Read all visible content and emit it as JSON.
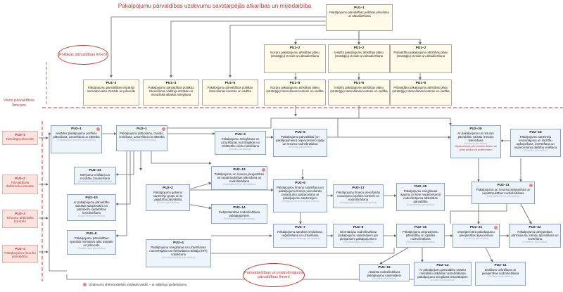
{
  "title": "Pakalpojumu pārvaldības uzdevumu savstarpējās atkarības un mijiedarbība",
  "labels": {
    "policy_level": "Politikas pārvaldības līmenī",
    "all_levels": "Visos pārvaldības līmeņos",
    "agency_level": "Pamatdarbības un nodrošinājuma pārvaldības līmenī"
  },
  "legend": {
    "text": "Uzdevums shēmā attēlots vairākās vietās – ar atšķirīgu pieliettojumu"
  },
  "side_tabs": [
    {
      "id": "PU3–1",
      "text": "Nemitīga pilnveide"
    },
    {
      "id": "PU3–2",
      "text": "Pārvaldības dalībnieku iesaiste"
    },
    {
      "id": "PU3–3",
      "text": "Tehnoto aktivitāšu kontrole"
    },
    {
      "id": "PU3–4",
      "text": "Pakalpojumu finanšu pārvaldība"
    }
  ],
  "boxes": {
    "pu1_1": {
      "id": "PU1–1",
      "text": "Pakalpojumu pārvaldības politikas pilnošana un aktualizēšana"
    },
    "pu1_2a": {
      "id": "PU1–2",
      "text": "Nozaru pakalpojumu attīstības plānu (stratēģiju) izveide un aktualizēšana"
    },
    "pu1_2b": {
      "id": "PU1–2",
      "text": "Iestāžu pakalpojumu attīstības plānu (stratēģiju) izveide un aktualizēšana"
    },
    "pu1_2c": {
      "id": "PU1–2",
      "text": "Pašvaldību pakalpojumu attīstības plānu (stratēģiju) izveide un aktualizēšana"
    },
    "pu1_3": {
      "id": "PU1–3",
      "text": "Pakalpojumu pārvaldības vispārējo normatīvo aktu izstrāde un pilnveide"
    },
    "pu1_4": {
      "id": "PU1–4",
      "text": "Pakalpojumu pārvaldības politikas īstenošanas vadlīniju izstrāde un metodiskā atbalsta sniegšana"
    },
    "pu1_5a": {
      "id": "PU1–5",
      "text": "Pakalpojumu pārvaldības politikas īstenošanas kontrole un vadība"
    },
    "pu1_5b": {
      "id": "PU1–5",
      "text": "Nozaru pakalpojumu attīstības plānu (stratēģiju) īstenošanas kontrole un vadība"
    },
    "pu1_5c": {
      "id": "PU1–5",
      "text": "Iestāžu pakalpojumu attīstības plānu (stratēģiju) īstenošanas kontrole un vadība"
    },
    "pu1_5d": {
      "id": "PU1–5",
      "text": "Pašvaldību pakalpojumu attīstības plānu (stratēģiju) īstenošanas kontrole un vadība"
    },
    "pu2_1a": {
      "id": "PU2–1",
      "text": "Iestādes pakalpojumu portfelio plānošana, uzturēšana un attīstība",
      "note": "(Pakalpojumu portfelio pārvaldība)"
    },
    "pu2_1b": {
      "id": "PU2–1",
      "text": "Pakalpojumu plānošana, izveide, ieviešana, uzturēšana un attīstība",
      "note": "(Pakalpojumu pārvaldība)"
    },
    "pu2_23": {
      "id": "PU2–23",
      "text": "Mērījumu veikšana un rezultātu izmantošana",
      "note": "(Darbības rādītāju pārvaldība)"
    },
    "pu2_10": {
      "id": "PU2–10",
      "text": "Ar pakalpojumu pārvaldību saistītās starpiestāžu un pārrobežu sadarbības koordinēšana",
      "note": "(Sadarbības pārvaldība)"
    },
    "pu2_6": {
      "id": "PU2–6",
      "text": "Pakalpojumu pārvaldības speciālo normatīvo aktu izstrāde un pilnveide",
      "note": "(Tiesību aktu pārvaldība)"
    },
    "pu2_2": {
      "id": "PU2–2",
      "text": "Pakalpojumu galveno saņēmēju grupu un to vajadzību pārvaldība",
      "note": "(Klientu pārvaldība)"
    },
    "pu2_4": {
      "id": "PU2–4",
      "text": "Pakalpojumu sniegšanas un uzturēšanas nozīmētīgāko un efektivitātes rādītāju (KPI) noteikšana",
      "note": "(Darbības rādītāju pārvaldība)"
    },
    "pu2_3": {
      "id": "PU2–3",
      "text": "Pakalpojumu sniegšanas un uzturēšanas nozīmīgākās un efektīvāko veidu noteikšana",
      "note": "(Kanālu pārvaldība)"
    },
    "pu2_13": {
      "id": "PU2–13",
      "text": "Pakalpojumu un resursu pieejamības un nepārtrauktības plānošana un nodrošināšana",
      "note": "(Nepārtrauktības pārvaldība)"
    },
    "pu2_14": {
      "id": "PU2–14",
      "text": "Pieķļūstamības nodrošināšana pakalpojumiem",
      "note": "(Piekļūstamības pārvaldība)"
    },
    "pu2_5": {
      "id": "PU2–5",
      "text": "Pakalpojumu pārvaldībai (un pakalpojumiem) nepieciešamo spēju un resursu nodrošināšana",
      "note": "(Resursu pārvaldība)"
    },
    "pu2_9": {
      "id": "PU2–9",
      "text": "Pakalpojumu līmeņu noteikšana un pakalpojumu līmeņu vienošanās nosacījumu saskaņošana ar pakalpojumu saņēmējiem",
      "note": "(Pakalpojumu līmeņu pārvaldība)"
    },
    "pu2_7": {
      "id": "PU2–7",
      "text": "Pakalpojumu apraksta veidošana, reģistrēšana un uzturēšana",
      "note": "(Pakalpojumu kataloga pārvaldība)"
    },
    "pu2_17": {
      "id": "PU2–17",
      "text": "Pakalpojumu līmeņu vienošanās nosacījumu izpildes kontrole un nodrošināšana",
      "note": "(Pakalpojumu līmeņu pārvaldība)"
    },
    "pu2_19": {
      "id": "PU2–19",
      "text": "Pakalpojumu sniegšanas apjomu un tiem nepieciešamā nodrošinājuma atbilstības pārvaldība",
      "note": "(Kapacitātes pārvaldība)"
    },
    "pu2_8": {
      "id": "PU2–8",
      "text": "Informācijas nodrošināšana pakalpojumu saņēmējiem par pieejamiem pakalpojumiem",
      "note": "(Komunikācijas pārvaldība)"
    },
    "pu2_15": {
      "id": "PU2–15",
      "text": "Pakalpojumu pieprasījumu pārvaldība un izpildes nodrošināšana",
      "note": "(Pieprasījumu pārvaldība)"
    },
    "pu2_20": {
      "id": "PU2–20",
      "text": "Ar pakalpojumu un resursu pārvaldību saistītu izmaiņu īstenošana",
      "note": "(Izmaiņu pārvaldība)",
      "note2": "Nepieciešams pēc izmaiņu tiesību vai vides pēkšņi vai uzdevumiem"
    },
    "pu2_18": {
      "id": "PU2–18",
      "text": "Pakalpojumu saņēmēju ieroisinājumu un sūdzību apkopošana, izvērtēšana un nepieciešamo darbību veikšana",
      "note": "(Sūdzību pārvaldība)"
    },
    "pu2_11": {
      "id": "PU2–11",
      "text": "Pakalpojumu un resursu pieejamības un nepārtrauktības nodrošināšana",
      "note": "(Nepārtrauktības pārvaldība)"
    },
    "pu2_21": {
      "id": "PU2–21",
      "text": "Iespējami ātra pakalpojumu pieejamības atjaunošana",
      "note": "(Incidentu pārvaldība)"
    },
    "pu2_22": {
      "id": "PU2–22",
      "text": "Pakalpojumu pieejamības pārtraukumu cēloņu apzināšana un novēršana",
      "note": "(Problēmu pārvaldība)"
    },
    "pu2_16": {
      "id": "PU2–16",
      "text": "Atbalsta nodrošināšana pakalpojumu saņēmējiem",
      "note": "(Atbalsta pārvaldība)"
    },
    "pu2_12": {
      "id": "PU2–12",
      "text": "Ar pakalpojumu pārvaldību saistīto metodisko atbalsta nodrošināšana pakalpojumu sniegšanā iesaistītajiem",
      "note": "(Zināšanu pārvaldība)"
    },
    "pu2_11b": {
      "id": "PU2–11",
      "text": "Zināšanu uzkrāšana un pieejamības nodrošināšana",
      "note": "(Zināšanu pārvaldība)"
    }
  }
}
